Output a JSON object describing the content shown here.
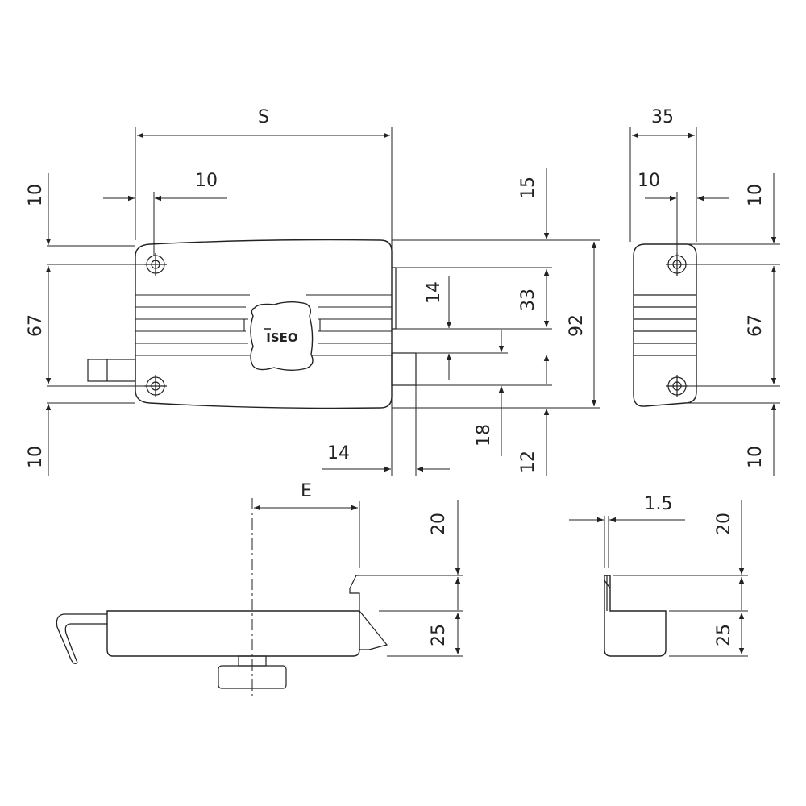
{
  "brand_logo": "ISEO",
  "colors": {
    "stroke": "#222222",
    "body_fill": "#ffffff",
    "background": "#ffffff"
  },
  "dimensions": {
    "front_view": {
      "width_label": "S",
      "screw_offset_left": "10",
      "top_margin_left": "10",
      "screw_spacing_left": "67",
      "bottom_margin_left": "10",
      "top_offset_right": "15",
      "inner_height_right": "33",
      "total_height": "92",
      "latch_height": "14",
      "bolt_height": "18",
      "bottom_offset_right": "12",
      "bolt_protrusion": "14"
    },
    "side_view": {
      "depth": "35",
      "screw_offset": "10",
      "top_margin": "10",
      "screw_spacing": "67",
      "bottom_margin": "10"
    },
    "bottom_view": {
      "backset_label": "E",
      "bracket_height": "20",
      "case_height": "25"
    },
    "side_bottom_view": {
      "plate_thickness": "1.5",
      "bracket_height": "20",
      "case_height": "25"
    }
  }
}
